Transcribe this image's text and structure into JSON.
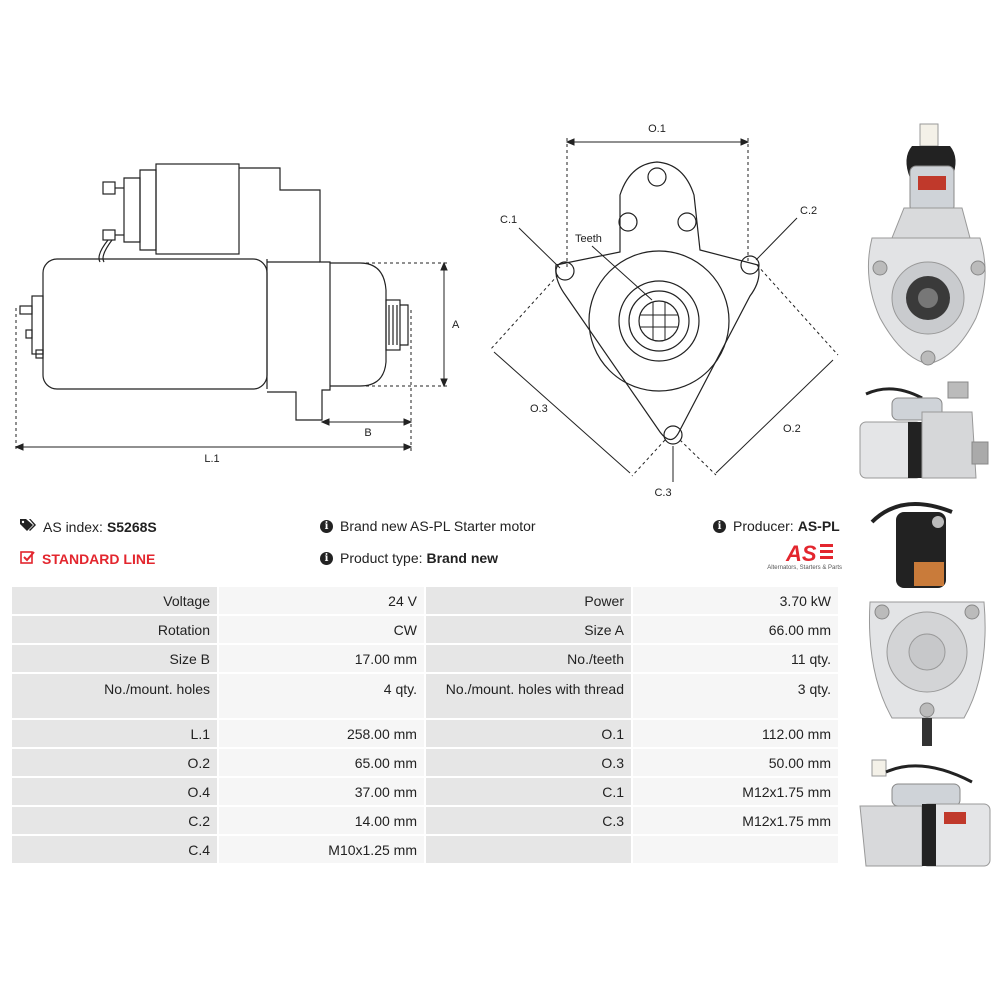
{
  "drawing": {
    "labels": {
      "l1": "L.1",
      "a": "A",
      "b": "B",
      "o1": "O.1",
      "o2": "O.2",
      "o3": "O.3",
      "c1": "C.1",
      "c2": "C.2",
      "c3": "C.3",
      "teeth": "Teeth"
    }
  },
  "info": {
    "as_index_label": "AS index:",
    "as_index_value": "S5268S",
    "line_label": "STANDARD LINE",
    "description": "Brand new AS-PL Starter motor",
    "product_type_label": "Product type:",
    "product_type_value": "Brand new",
    "producer_label": "Producer:",
    "producer_value": "AS-PL"
  },
  "logo": {
    "mark": "AS",
    "tagline": "Alternators, Starters & Parts"
  },
  "colors": {
    "brand_red": "#e3262e",
    "label_cell": "#e6e6e6",
    "value_cell": "#f6f6f6"
  },
  "specs": {
    "rows": [
      {
        "l1": "Voltage",
        "v1": "24 V",
        "l2": "Power",
        "v2": "3.70 kW"
      },
      {
        "l1": "Rotation",
        "v1": "CW",
        "l2": "Size A",
        "v2": "66.00 mm"
      },
      {
        "l1": "Size B",
        "v1": "17.00 mm",
        "l2": "No./teeth",
        "v2": "11 qty."
      },
      {
        "l1": "No./mount. holes",
        "v1": "4 qty.",
        "l2": "No./mount. holes with thread",
        "v2": "3 qty."
      },
      {
        "l1": "L.1",
        "v1": "258.00 mm",
        "l2": "O.1",
        "v2": "112.00 mm"
      },
      {
        "l1": "O.2",
        "v1": "65.00 mm",
        "l2": "O.3",
        "v2": "50.00 mm"
      },
      {
        "l1": "O.4",
        "v1": "37.00 mm",
        "l2": "C.1",
        "v2": "M12x1.75 mm"
      },
      {
        "l1": "C.2",
        "v1": "14.00 mm",
        "l2": "C.3",
        "v2": "M12x1.75 mm"
      },
      {
        "l1": "C.4",
        "v1": "M10x1.25 mm",
        "l2": "",
        "v2": ""
      }
    ]
  }
}
